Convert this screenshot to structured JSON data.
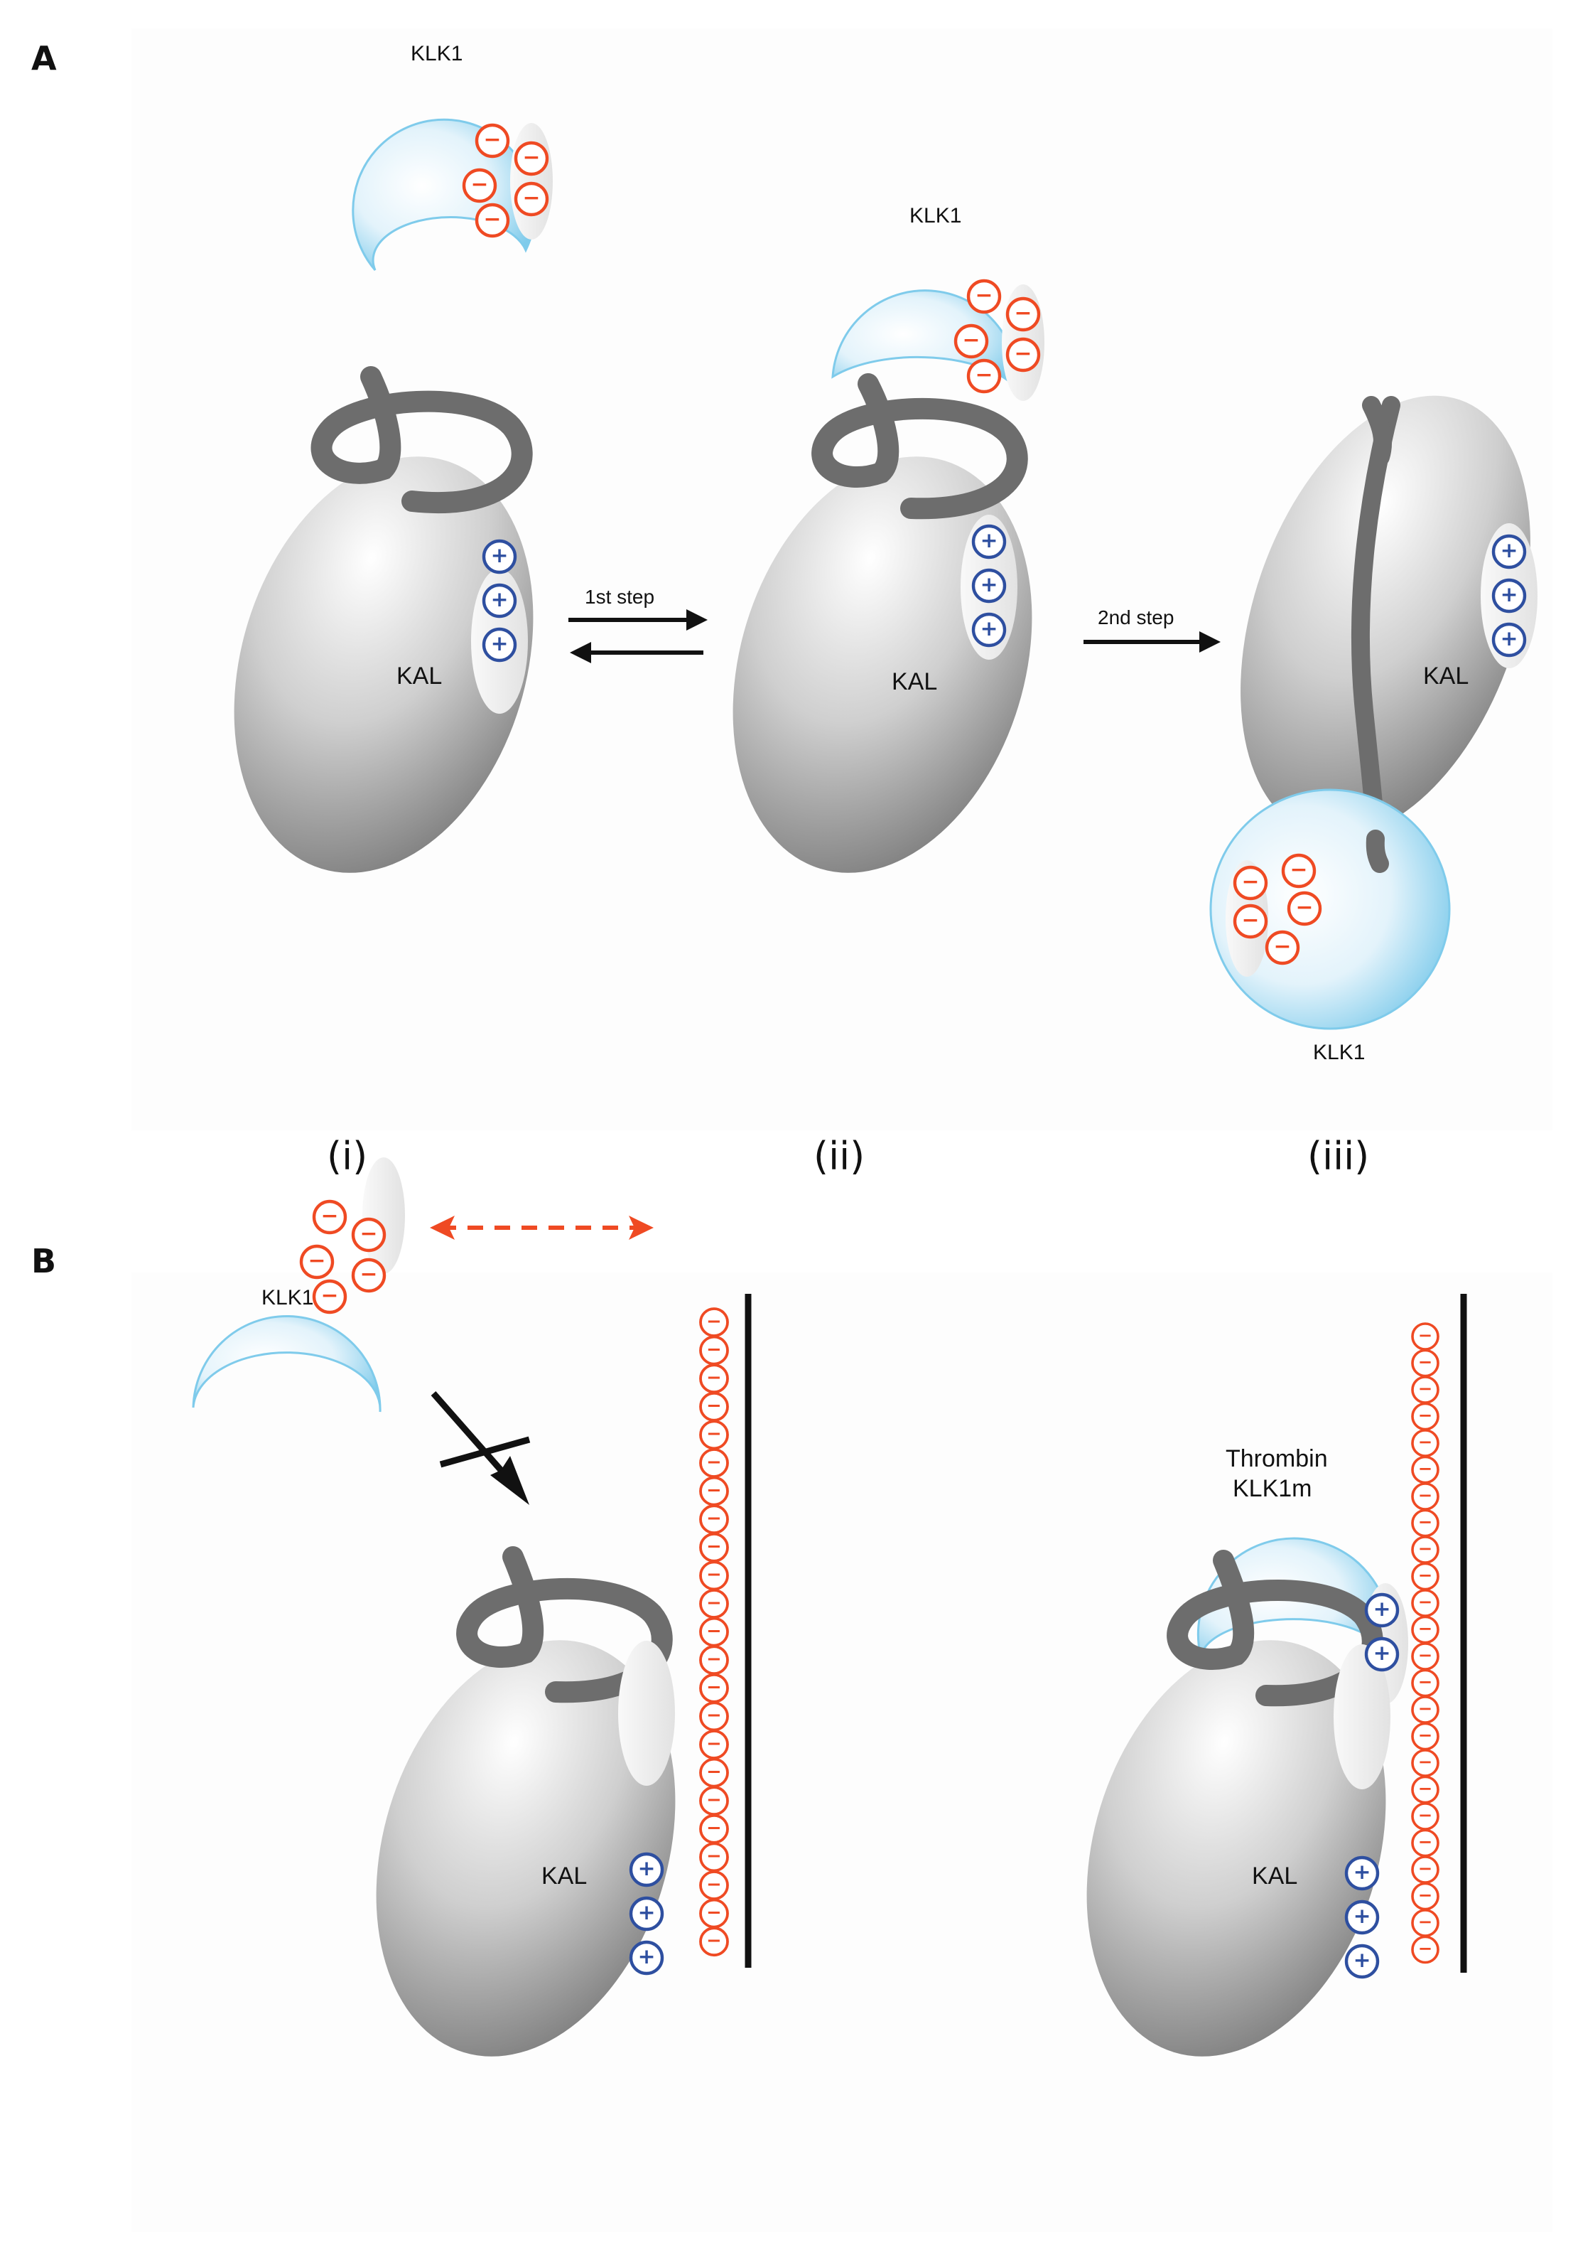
{
  "panel_a": {
    "label": "A",
    "protein_labels": {
      "klk1_i": "KLK1",
      "klk1_ii": "KLK1",
      "klk1_iii": "KLK1",
      "kal_i": "KAL",
      "kal_ii": "KAL",
      "kal_iii": "KAL"
    },
    "steps": {
      "first": "1st step",
      "second": "2nd step"
    },
    "stages": {
      "i": "(i)",
      "ii": "(ii)",
      "iii": "(iii)"
    }
  },
  "panel_b": {
    "label": "B",
    "protein_labels": {
      "klk1": "KLK1",
      "kal_left": "KAL",
      "kal_right": "KAL",
      "thrombin": "Thrombin",
      "klk1m": "KLK1m"
    }
  },
  "symbols": {
    "positive": "+",
    "negative": "−"
  },
  "colors": {
    "negative_charge": "#ef4a23",
    "positive_charge": "#2e4fa0",
    "kal_body": "#9a9a9a",
    "protease_body": "#7fcbeb",
    "loop": "#6d6d6d",
    "membrane": "#111111",
    "arrow": "#111111"
  }
}
